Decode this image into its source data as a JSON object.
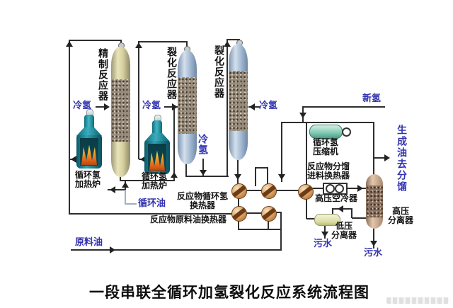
{
  "title": "一段串联全循环加氢裂化反应系统流程图",
  "labels": {
    "reactor1": "精制反应器",
    "reactor2": "裂化反应器",
    "reactor3": "裂化反应器",
    "cold_hydrogen_1": "冷氢",
    "cold_hydrogen_2": "冷氢",
    "cold_hydrogen_3": "冷氢",
    "cold_hydrogen_4": "冷氢",
    "fresh_hydrogen": "新氢",
    "furnace_1": "循环氢\n加热炉",
    "furnace_2": "循环氢\n加热炉",
    "recycle_oil": "循环油",
    "feed_oil": "原料油",
    "hx_recycle_h2": "反应物循环氢\n换热器",
    "hx_feed_oil": "反应物原料油换热器",
    "compressor": "循环氢\n压缩机",
    "hx_frac_feed": "反应物分馏\n进料换热器",
    "air_cooler": "高压空冷器",
    "hp_separator": "高压\n分离器",
    "lp_separator": "低压\n分离器",
    "sewage_1": "污水",
    "sewage_2": "污水",
    "product_to_frac": "生成油去分馏"
  },
  "colors": {
    "stream_label": "#3232b0",
    "equipment_label": "#141414",
    "pipe": "#2e2e2e",
    "furnace_body": "#1f8fa0",
    "exchanger": "#c98f5a"
  }
}
